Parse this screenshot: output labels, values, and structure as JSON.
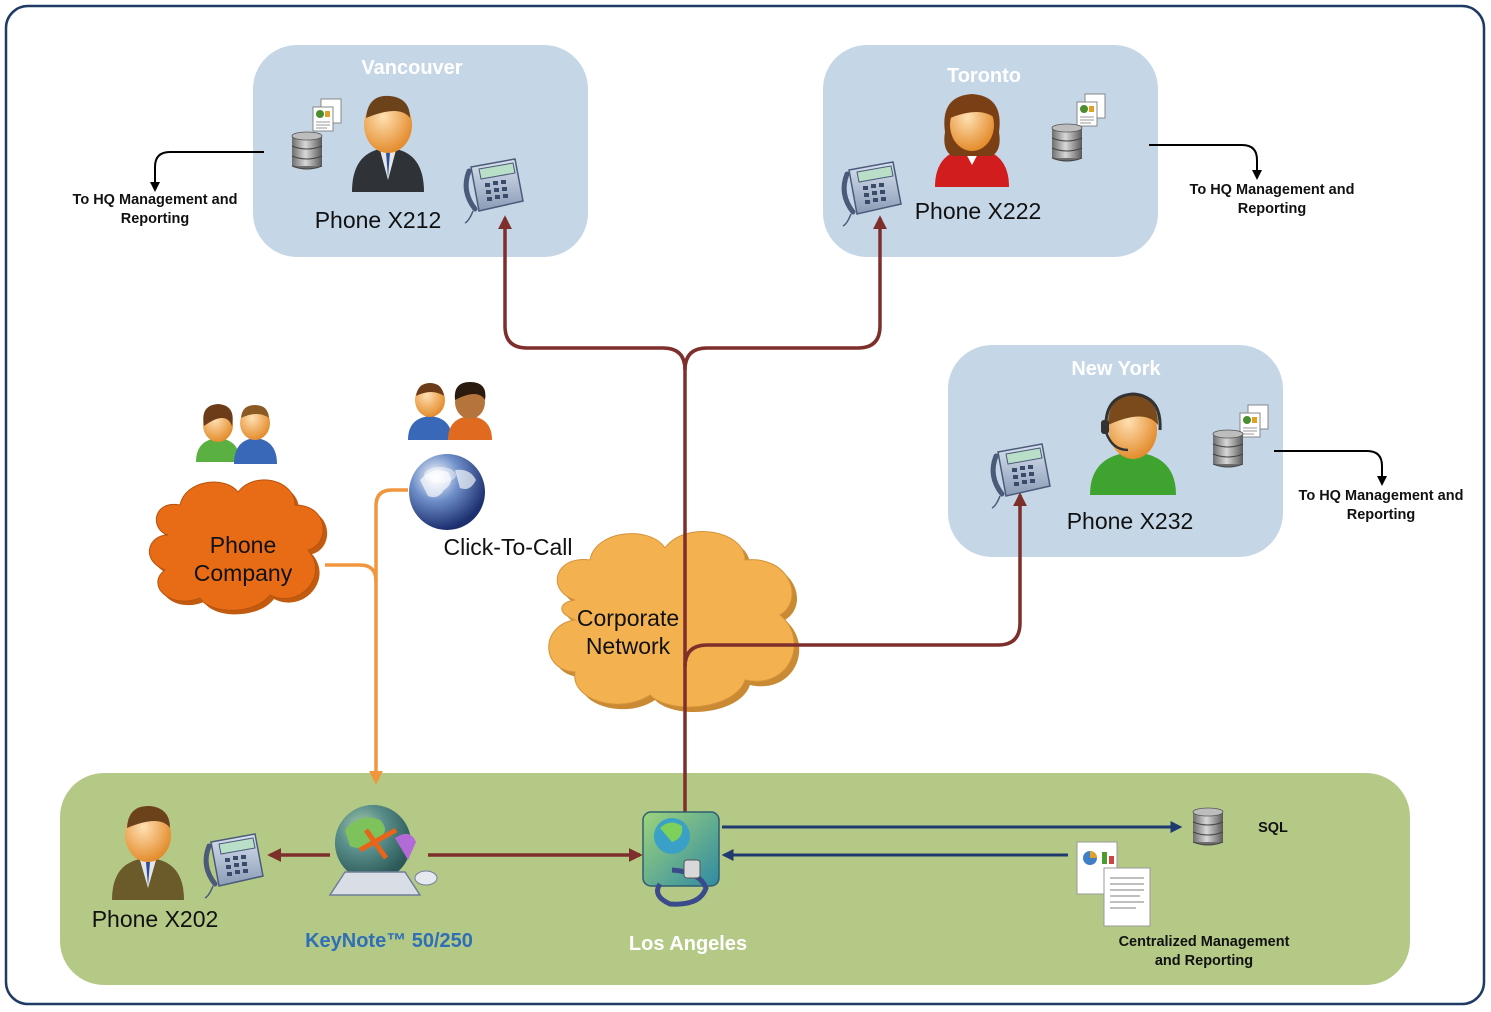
{
  "offices": {
    "vancouver": {
      "title": "Vancouver",
      "phone": "Phone X212",
      "hq_line1": "To HQ Management and",
      "hq_line2": "Reporting"
    },
    "toronto": {
      "title": "Toronto",
      "phone": "Phone X222",
      "hq_line1": "To HQ Management and",
      "hq_line2": "Reporting"
    },
    "newyork": {
      "title": "New York",
      "phone": "Phone X232",
      "hq_line1": "To HQ Management and",
      "hq_line2": "Reporting"
    }
  },
  "phone_company": {
    "line1": "Phone",
    "line2": "Company"
  },
  "corporate_network": {
    "line1": "Corporate",
    "line2": "Network"
  },
  "click_to_call": "Click-To-Call",
  "la": {
    "phone": "Phone X202",
    "keynote": "KeyNote™ 50/250",
    "site": "Los Angeles",
    "sql": "SQL",
    "central_line1": "Centralized Management",
    "central_line2": "and Reporting"
  },
  "colors": {
    "office_box": "#c5d6e7",
    "la_box": "#b5c987",
    "company_cloud": "#e86c16",
    "network_cloud": "#f3b24f",
    "corporate_link": "#7e2f2b",
    "phone_company_link": "#f0963c",
    "data_link": "#1e3a6e",
    "keynote_label": "#2f6fb5"
  }
}
